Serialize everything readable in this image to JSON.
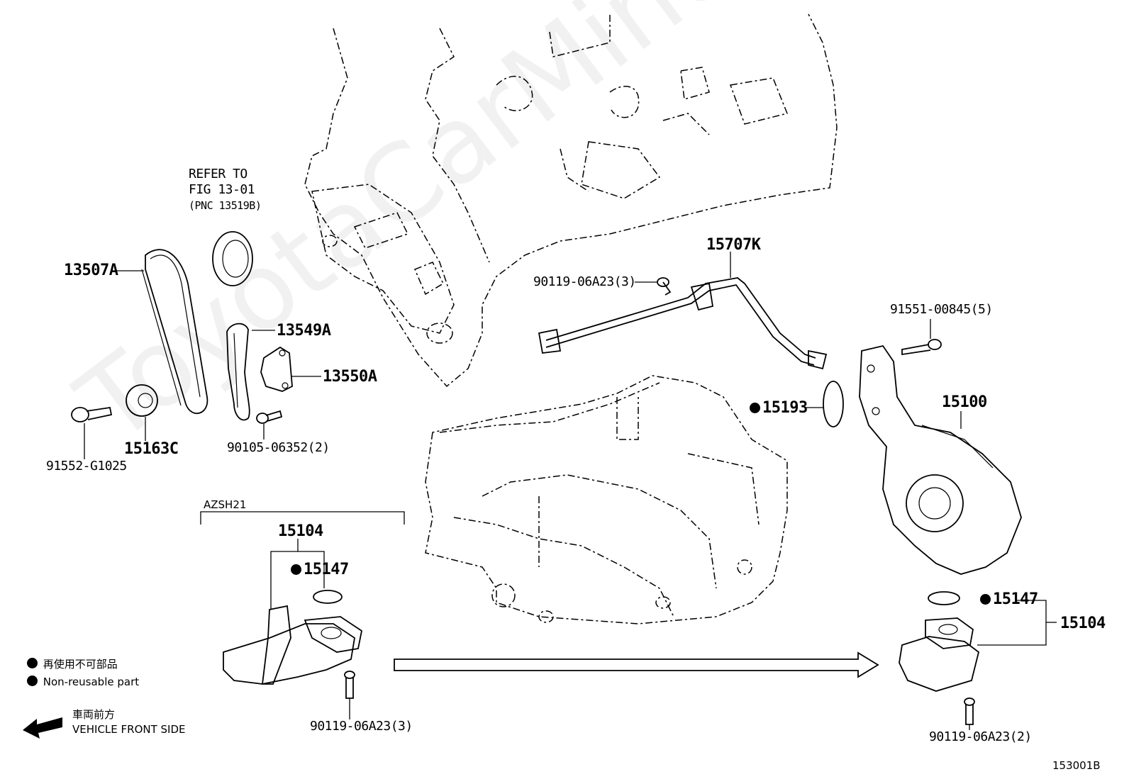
{
  "watermark": "ToyotaCarMine.ru",
  "refer_note": {
    "line1": "REFER TO",
    "line2": "FIG 13-01",
    "line3": "(PNC 13519B)"
  },
  "parts": {
    "p13507A": "13507A",
    "p13549A": "13549A",
    "p13550A": "13550A",
    "p15163C": "15163C",
    "p91552": "91552-G1025",
    "p90105": "90105-06352(2)",
    "p15707K": "15707K",
    "p90119_top": "90119-06A23(3)",
    "p91551": "91551-00845(5)",
    "p15193": "15193",
    "p15100": "15100",
    "p15104_left": "15104",
    "p15147_left": "15147",
    "p90119_left": "90119-06A23(3)",
    "p15147_right": "15147",
    "p15104_right": "15104",
    "p90119_right": "90119-06A23(2)"
  },
  "variant_label": "AZSH21",
  "legend": {
    "jp": "再使用不可部品",
    "en": "Non-reusable part",
    "front_jp": "車両前方",
    "front_en": "VEHICLE FRONT SIDE"
  },
  "figure_id": "153001B",
  "icons": [
    "non-reusable-dot-icon",
    "front-arrow-icon",
    "transition-arrow-icon"
  ]
}
